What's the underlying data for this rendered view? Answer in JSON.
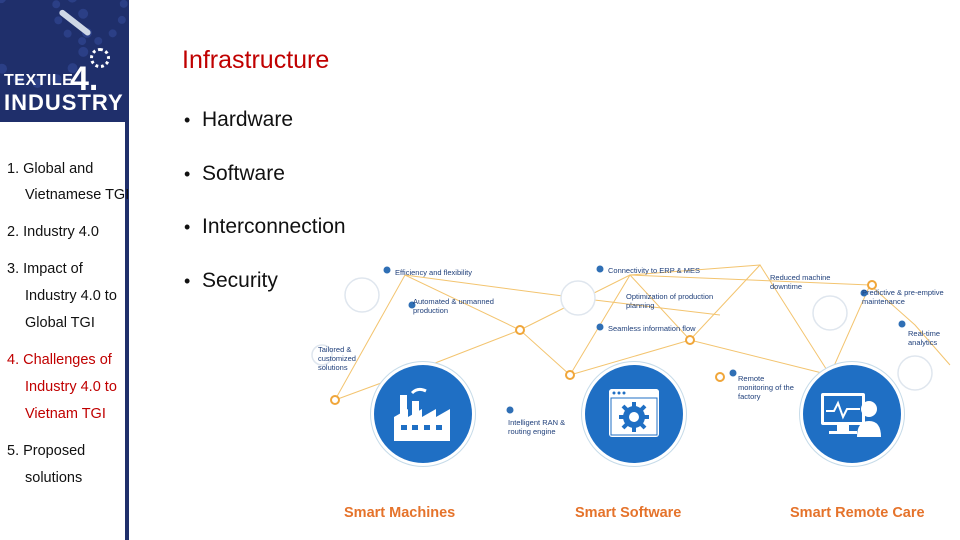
{
  "logo": {
    "line1": "TEXTILE",
    "number": "4.",
    "line2": "INDUSTRY"
  },
  "sidebar": {
    "items": [
      {
        "lines": [
          "1. Global and",
          "Vietnamese TGI"
        ],
        "active": false
      },
      {
        "lines": [
          "2. Industry 4.0"
        ],
        "active": false
      },
      {
        "lines": [
          "3. Impact of",
          "Industry 4.0 to",
          "Global TGI"
        ],
        "active": false
      },
      {
        "lines": [
          "4. Challenges of",
          "Industry 4.0 to",
          "Vietnam TGI"
        ],
        "active": true
      },
      {
        "lines": [
          "5. Proposed",
          "solutions"
        ],
        "active": false
      }
    ]
  },
  "slide": {
    "title": "Infrastructure",
    "bullets": [
      "Hardware",
      "Software",
      "Interconnection",
      "Security"
    ]
  },
  "diagram": {
    "labels": {
      "efficiency": "Efficiency and flexibility",
      "automated": "Automated & unmanned production",
      "tailored": "Tailored & customized solutions",
      "intelligent": "Intelligent RAN & routing engine",
      "erp": "Connectivity to ERP & MES",
      "optimization": "Optimization of production planning",
      "seamless": "Seamless information flow",
      "downtime": "Reduced machine downtime",
      "predictive": "Predictive & pre-emptive maintenance",
      "remote": "Remote monitoring of the factory",
      "realtime": "Real-time analytics"
    },
    "captions": {
      "machines": "Smart Machines",
      "software": "Smart Software",
      "remote_care": "Smart Remote Care"
    },
    "colors": {
      "circle_blue": "#1f6fc4",
      "node_orange": "#f0a63a",
      "line_orange": "#f3c46f",
      "caption_orange": "#e5732b",
      "dot_blue": "#2f6fb5"
    }
  }
}
